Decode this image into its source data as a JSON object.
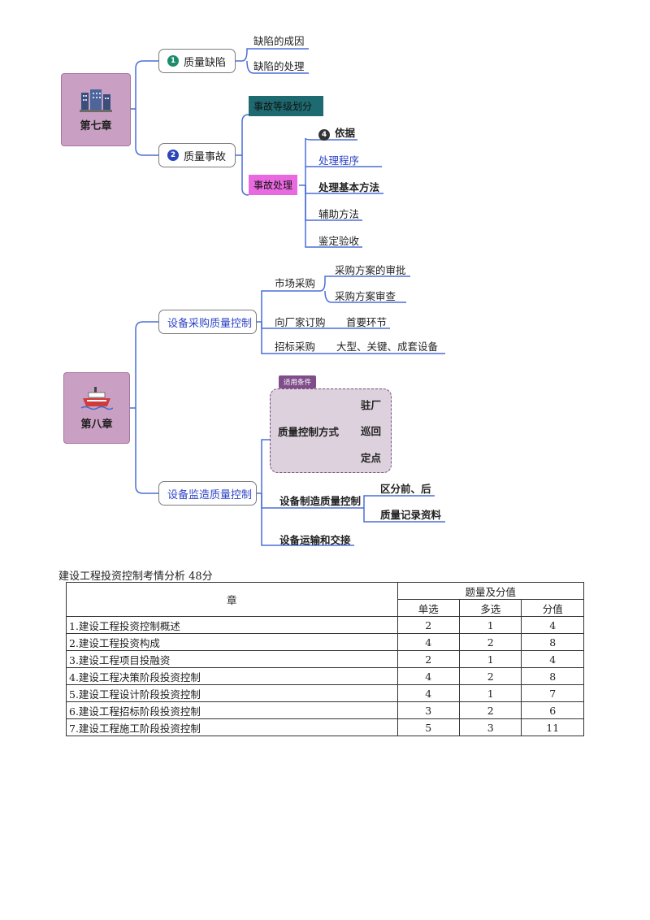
{
  "ch7": {
    "title": "第七章",
    "node1": {
      "num": "1",
      "label": "质量缺陷",
      "leaves": [
        "缺陷的成因",
        "缺陷的处理"
      ]
    },
    "node2": {
      "num": "2",
      "label": "质量事故",
      "tag_grade": "事故等级划分",
      "tag_handle": "事故处理",
      "handle_items": [
        {
          "num": "4",
          "label": "依据"
        },
        {
          "label": "处理程序"
        },
        {
          "label": "处理基本方法"
        },
        {
          "label": "辅助方法"
        },
        {
          "label": "鉴定验收"
        }
      ]
    }
  },
  "ch8": {
    "title": "第八章",
    "purchase": {
      "label": "设备采购质量控制",
      "market": {
        "label": "市场采购",
        "items": [
          "采购方案的审批",
          "采购方案审查"
        ]
      },
      "factory": {
        "label": "向厂家订购",
        "item": "首要环节"
      },
      "tender": {
        "label": "招标采购",
        "item": "大型、关键、成套设备"
      }
    },
    "supervise": {
      "label": "设备监造质量控制",
      "cond_tag": "适用条件",
      "method": {
        "label": "质量控制方式",
        "items": [
          "驻厂",
          "巡回",
          "定点"
        ]
      },
      "manuf": {
        "label": "设备制造质量控制",
        "items": [
          "区分前、后",
          "质量记录资料"
        ]
      },
      "transport": "设备运输和交接"
    }
  },
  "table": {
    "caption": "建设工程投资控制考情分析 48分",
    "header_chapter": "章",
    "header_group": "题量及分值",
    "header_cols": [
      "单选",
      "多选",
      "分值"
    ],
    "rows": [
      [
        "1.建设工程投资控制概述",
        "2",
        "1",
        "4"
      ],
      [
        "2.建设工程投资构成",
        "4",
        "2",
        "8"
      ],
      [
        "3.建设工程项目投融资",
        "2",
        "1",
        "4"
      ],
      [
        "4.建设工程决策阶段投资控制",
        "4",
        "2",
        "8"
      ],
      [
        "5.建设工程设计阶段投资控制",
        "4",
        "1",
        "7"
      ],
      [
        "6.建设工程招标阶段投资控制",
        "3",
        "2",
        "6"
      ],
      [
        "7.建设工程施工阶段投资控制",
        "5",
        "3",
        "11"
      ]
    ]
  },
  "colors": {
    "teal_tag": "#1e6a71",
    "magenta_tag": "#e96ae0",
    "root_fill": "#c9a0c3",
    "link_blue": "#2f46c7",
    "line_blue": "#4466cc"
  }
}
